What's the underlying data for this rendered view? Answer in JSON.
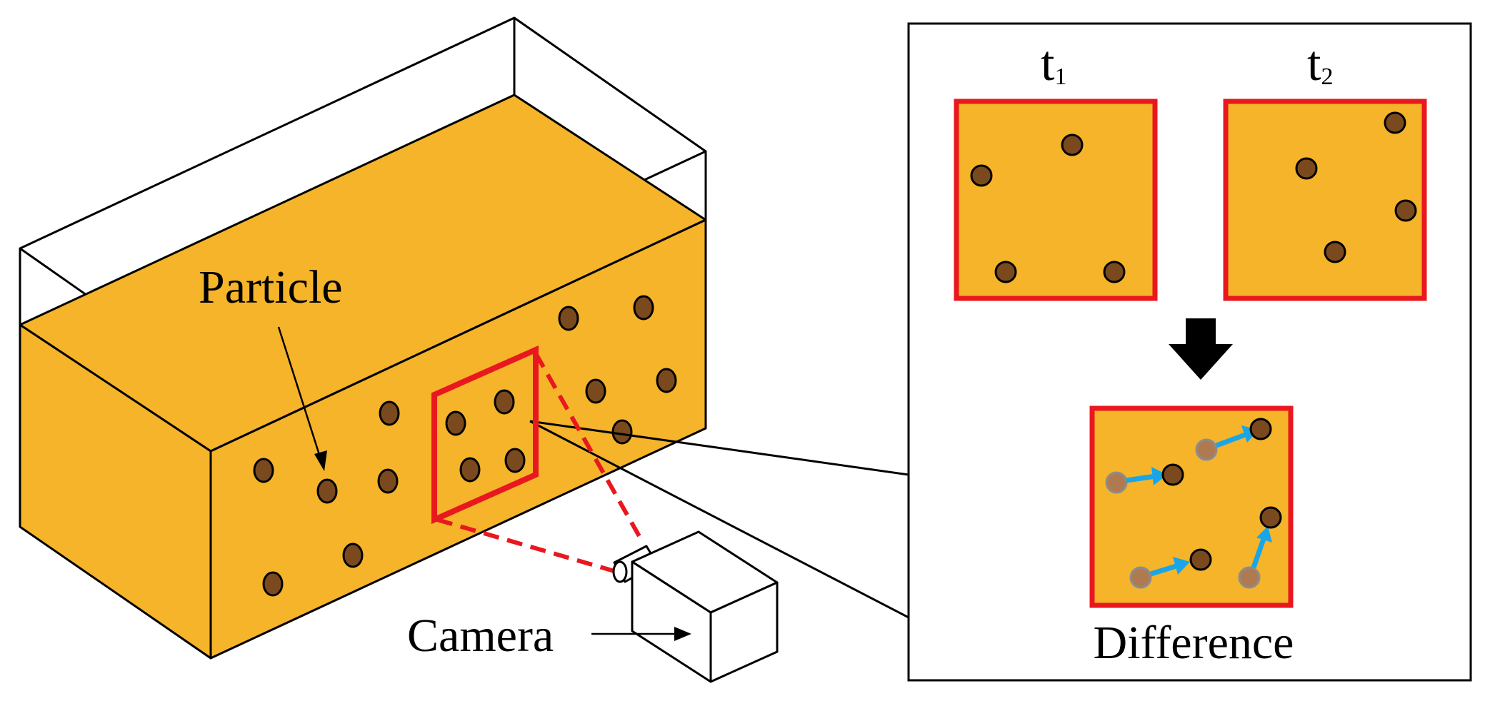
{
  "labels": {
    "particle": "Particle",
    "camera": "Camera",
    "difference": "Difference",
    "frame1_letter": "t",
    "frame1_index": "1",
    "frame2_letter": "t",
    "frame2_index": "2"
  },
  "colors": {
    "fluid": "#F5B42A",
    "particle": "#7A4A1E",
    "previous_particle": "#B07A50",
    "frame_border": "#E8181E",
    "motion_arrow": "#1AA6E6",
    "outline": "#000000"
  }
}
